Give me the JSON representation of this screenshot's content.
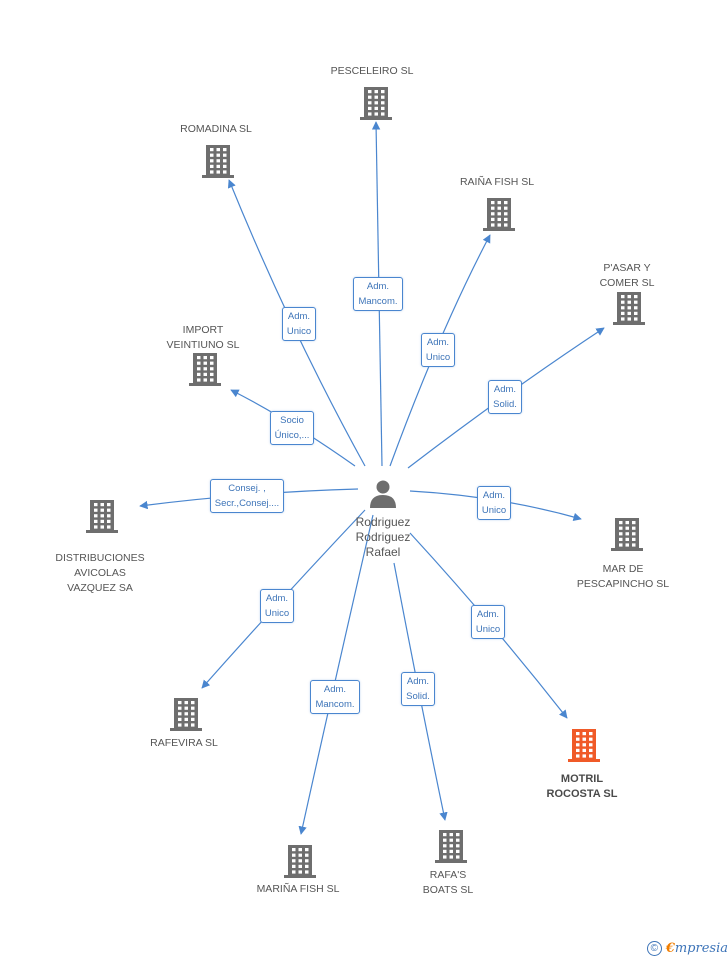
{
  "center": {
    "name": "Rodriguez\nRodriguez\nRafael"
  },
  "companies": [
    {
      "id": "pesceleiro",
      "name": "PESCELEIRO SL",
      "relation": "Adm.\nMancom."
    },
    {
      "id": "romadina",
      "name": "ROMADINA SL",
      "relation": "Adm.\nUnico"
    },
    {
      "id": "raina",
      "name": "RAIÑA FISH SL",
      "relation": "Adm.\nUnico"
    },
    {
      "id": "pasar",
      "name": "P'ASAR Y\nCOMER SL",
      "relation": "Adm.\nSolid."
    },
    {
      "id": "import",
      "name": "IMPORT\nVEINTIUNO SL",
      "relation": "Socio\nÚnico,..."
    },
    {
      "id": "distribuciones",
      "name": "DISTRIBUCIONES\nAVICOLAS\nVAZQUEZ SA",
      "relation": "Consej. ,\nSecr.,Consej...."
    },
    {
      "id": "mar",
      "name": "MAR DE\nPESCAPINCHO SL",
      "relation": "Adm.\nUnico"
    },
    {
      "id": "rafevira",
      "name": "RAFEVIRA SL",
      "relation": "Adm.\nUnico"
    },
    {
      "id": "marina",
      "name": "MARIÑA FISH SL",
      "relation": "Adm.\nMancom."
    },
    {
      "id": "rafas",
      "name": "RAFA'S\nBOATS SL",
      "relation": "Adm.\nSolid."
    },
    {
      "id": "motril",
      "name": "MOTRIL\nROCOSTA SL",
      "relation": "Adm.\nUnico",
      "highlight": true
    }
  ],
  "colors": {
    "edge": "#4a86cf",
    "building": "#6e6e6e",
    "highlight": "#f05a28",
    "person": "#6e6e6e"
  },
  "footer": {
    "copyright_symbol": "©",
    "brand_first": "€",
    "brand_rest": "mpresia"
  }
}
